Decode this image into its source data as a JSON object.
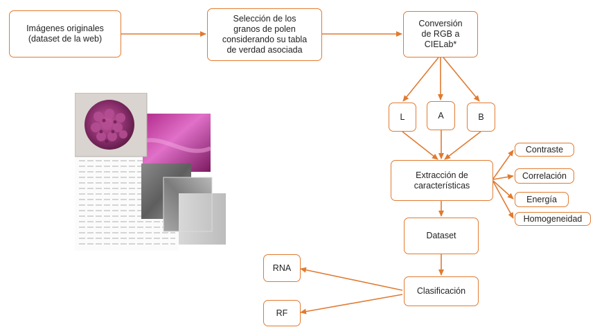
{
  "colors": {
    "accent": "#E07A30",
    "text": "#222222"
  },
  "nodes": {
    "original_images": "Imágenes originales\n(dataset de la web)",
    "selection": "Selección de los\ngranos de polen\nconsiderando su tabla\nde verdad asociada",
    "conversion": "Conversión\nde RGB a\nCIELab*",
    "channel_l": "L",
    "channel_a": "A",
    "channel_b": "B",
    "extraction": "Extracción de\ncaracterísticas",
    "feature_contrast": "Contraste",
    "feature_correlation": "Correlación",
    "feature_energy": "Energía",
    "feature_homogeneity": "Homogeneidad",
    "dataset": "Dataset",
    "classification": "Clasificación",
    "rna": "RNA",
    "rf": "RF"
  },
  "illustration": {
    "icon": "pollen-image-collage-icon",
    "layers": [
      "pollen-grain-photo",
      "magenta-channel-image",
      "grayscale-texture-images",
      "numeric-data-table"
    ]
  }
}
